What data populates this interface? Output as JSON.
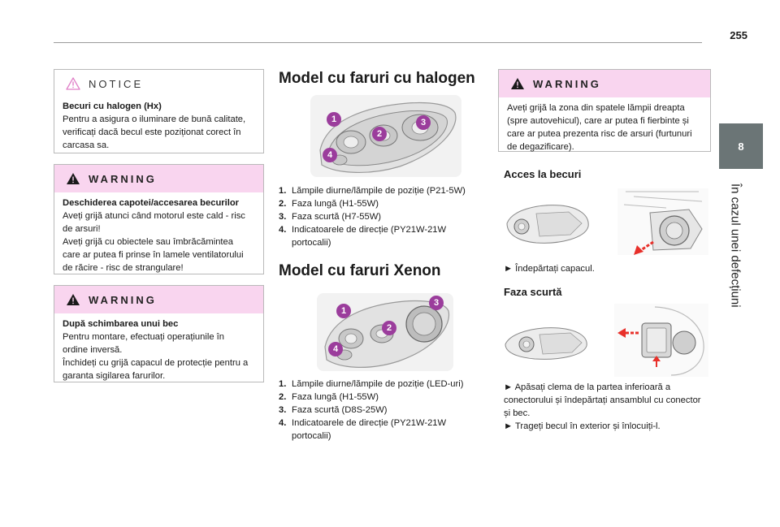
{
  "page": {
    "number": "255"
  },
  "chapter": {
    "number": "8",
    "title": "În cazul unei defecțiuni"
  },
  "notice": {
    "label": "NOTICE",
    "title": "Becuri cu halogen (Hx)",
    "text": "Pentru a asigura o iluminare de bună calitate, verificați dacă becul este poziționat corect în carcasa sa.",
    "lines": [
      "Pentru a asigura o iluminare de bună calitate,",
      "verificați dacă becul este poziționat corect în",
      "carcasa sa."
    ]
  },
  "warning1": {
    "label": "WARNING",
    "title": "Deschiderea capotei/accesarea becurilor",
    "lines": [
      "Aveți grijă atunci când motorul este cald - risc",
      "de arsuri!",
      "Aveți grijă cu obiectele sau îmbrăcămintea",
      "care ar putea fi prinse în lamele ventilatorului",
      "de răcire - risc de strangulare!"
    ]
  },
  "warning2": {
    "label": "WARNING",
    "title": "După schimbarea unui bec",
    "lines": [
      "Pentru montare, efectuați operațiunile în",
      "ordine inversă.",
      "Închideți cu grijă capacul de protecție pentru a",
      "garanta sigilarea farurilor."
    ]
  },
  "halogen": {
    "heading": "Model cu faruri cu halogen",
    "callouts": [
      "1",
      "2",
      "3",
      "4"
    ],
    "items": [
      {
        "num": "1.",
        "text": "Lămpile diurne/lămpile de poziție (P21-5W)"
      },
      {
        "num": "2.",
        "text": "Faza lungă (H1-55W)"
      },
      {
        "num": "3.",
        "text": "Faza scurtă (H7-55W)"
      },
      {
        "num": "4.",
        "text": "Indicatoarele de direcție (PY21W-21W portocalii)"
      }
    ]
  },
  "xenon": {
    "heading": "Model cu faruri Xenon",
    "callouts": [
      "1",
      "2",
      "3",
      "4"
    ],
    "items": [
      {
        "num": "1.",
        "text": "Lămpile diurne/lămpile de poziție (LED-uri)"
      },
      {
        "num": "2.",
        "text": "Faza lungă (H1-55W)"
      },
      {
        "num": "3.",
        "text": "Faza scurtă (D8S-25W)"
      },
      {
        "num": "4.",
        "text": "Indicatoarele de direcție (PY21W-21W portocalii)"
      }
    ]
  },
  "warning3": {
    "label": "WARNING",
    "lines": [
      "Aveți grijă la zona din spatele lămpii dreapta",
      "(spre autovehicul), care ar putea fi fierbinte și",
      "care ar putea prezenta risc de arsuri (furtunuri",
      "de degazificare)."
    ]
  },
  "access": {
    "heading": "Acces la becuri",
    "step": "► Îndepărtați capacul."
  },
  "low_beam": {
    "heading": "Faza scurtă",
    "lines": [
      "► Apăsați clema de la partea inferioară a",
      "conectorului și îndepărtați ansamblul cu conector",
      "și bec.",
      "► Trageți becul în exterior și înlocuiți-l."
    ]
  },
  "colors": {
    "accent_pink": "#f9d5ef",
    "tab_gray": "#6b7576",
    "callout_purple": "#9b3d9c"
  }
}
